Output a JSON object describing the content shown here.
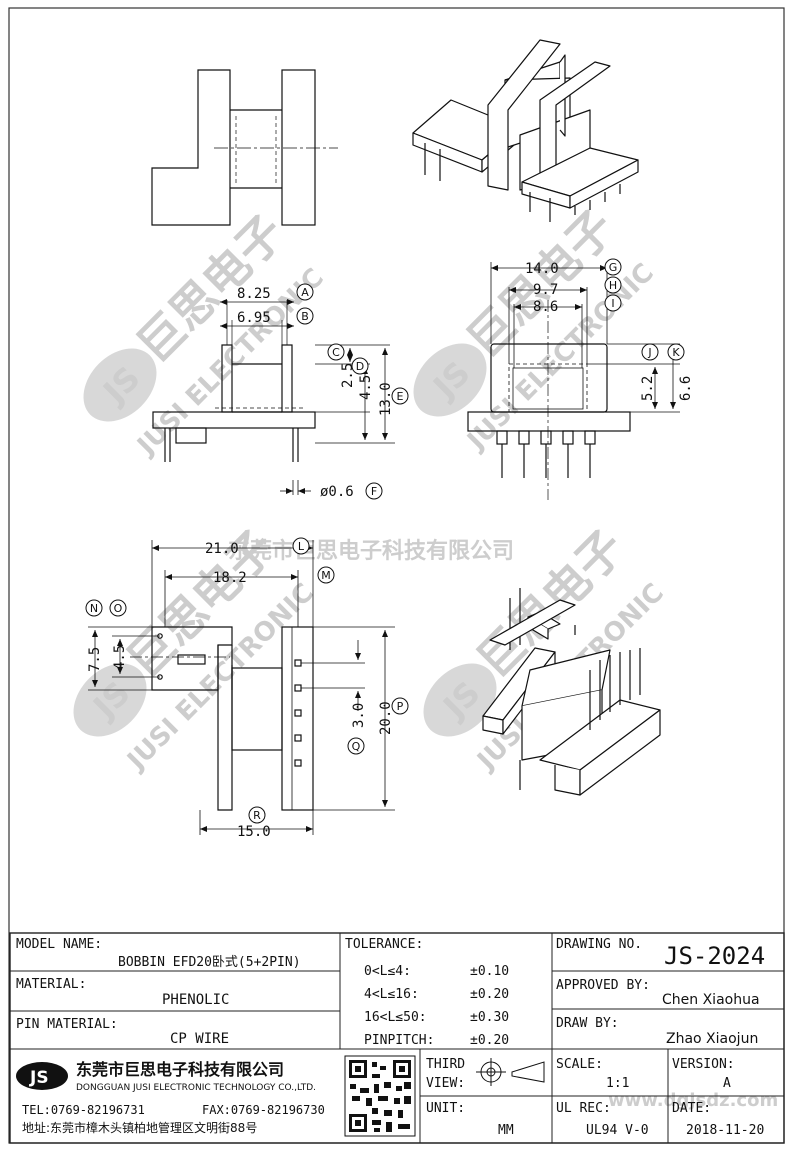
{
  "watermark": {
    "brand": "JS",
    "cn": "巨思电子",
    "en": "JUSI ELECTRONIC",
    "company_cn": "东莞市巨思电子科技有限公司",
    "site": "www.dgjsdz.com"
  },
  "dims": {
    "d825": "8.25",
    "d695": "6.95",
    "d25": "2.5",
    "d45a": "4.5",
    "d130": "13.0",
    "d06": "ø0.6",
    "d140": "14.0",
    "d97": "9.7",
    "d86": "8.6",
    "d52": "5.2",
    "d66": "6.6",
    "d210": "21.0",
    "d182": "18.2",
    "d75": "7.5",
    "d45b": "4.5",
    "d30": "3.0",
    "d200": "20.0",
    "d150": "15.0"
  },
  "markers": [
    "A",
    "B",
    "C",
    "D",
    "E",
    "F",
    "G",
    "H",
    "I",
    "J",
    "K",
    "L",
    "M",
    "N",
    "O",
    "P",
    "Q",
    "R"
  ],
  "title_block": {
    "model_label": "MODEL NAME:",
    "model_value": "BOBBIN EFD20卧式(5+2PIN)",
    "material_label": "MATERIAL:",
    "material_value": "PHENOLIC",
    "pin_label": "PIN MATERIAL:",
    "pin_value": "CP WIRE",
    "tol_label": "TOLERANCE:",
    "tolerances": [
      {
        "range": "0<L≤4:",
        "value": "±0.10"
      },
      {
        "range": "4<L≤16:",
        "value": "±0.20"
      },
      {
        "range": "16<L≤50:",
        "value": "±0.30"
      },
      {
        "range": "PINPITCH:",
        "value": "±0.20"
      }
    ],
    "drawing_no_label": "DRAWING NO.",
    "drawing_no": "JS-2024",
    "approved_label": "APPROVED BY:",
    "approved_value": "Chen Xiaohua",
    "draw_label": "DRAW BY:",
    "draw_value": "Zhao Xiaojun",
    "company_logo": "JS",
    "company_cn": "东莞市巨思电子科技有限公司",
    "company_en": "DONGGUAN JUSI ELECTRONIC TECHNOLOGY CO.,LTD.",
    "tel": "TEL:0769-82196731",
    "fax": "FAX:0769-82196730",
    "address": "地址:东莞市樟木头镇柏地管理区文明街88号",
    "third_label": "THIRD",
    "view_label": "VIEW:",
    "unit_label": "UNIT:",
    "unit_value": "MM",
    "scale_label": "SCALE:",
    "scale_value": "1:1",
    "version_label": "VERSION:",
    "version_value": "A",
    "ulrec_label": "UL REC:",
    "ulrec_value": "UL94 V-0",
    "date_label": "DATE:",
    "date_value": "2018-11-20"
  }
}
